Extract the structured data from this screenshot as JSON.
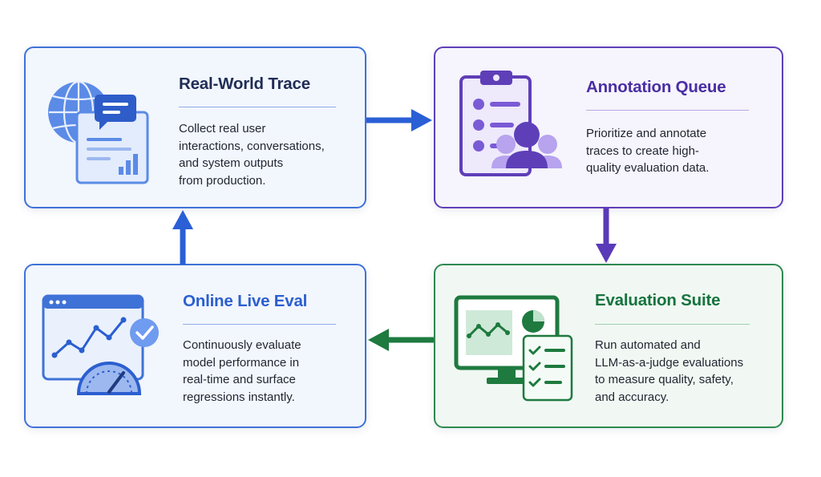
{
  "cards": {
    "trace": {
      "title": "Real-World Trace",
      "description": "Collect real user\ninteractions, conversations,\nand system outputs\nfrom production."
    },
    "annotation": {
      "title": "Annotation Queue",
      "description": "Prioritize and annotate\ntraces to create high-\nquality evaluation data."
    },
    "live": {
      "title": "Online Live Eval",
      "description": "Continuously evaluate\nmodel performance in\nreal-time and surface\nregressions instantly."
    },
    "evaluation": {
      "title": "Evaluation Suite",
      "description": "Run automated and\nLLM-as-a-judge evaluations\nto measure quality, safety,\nand accuracy."
    }
  },
  "icons": {
    "trace": "globe-chat-dashboard-icon",
    "annotation": "clipboard-team-icon",
    "live": "dashboard-gauge-check-icon",
    "evaluation": "monitor-checklist-icon"
  },
  "colors": {
    "blue": "#3f72d6",
    "purple": "#5e3fb8",
    "green": "#2e8a50",
    "arrow_blue": "#2a5fd6",
    "arrow_purple": "#5a3ab8",
    "arrow_green": "#1e7a3f"
  }
}
